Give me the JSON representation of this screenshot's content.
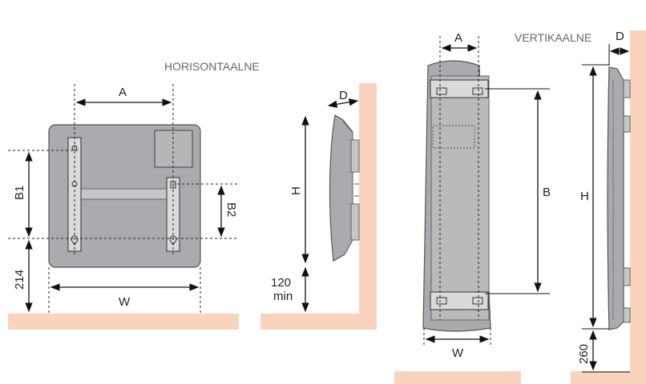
{
  "headings": {
    "horizontal": "HORISONTAALNE",
    "vertical": "VERTIKAALNE"
  },
  "labels": {
    "a_horizontal": "A",
    "b1": "B1",
    "b2": "B2",
    "w_horizontal": "W",
    "floor_214": "214",
    "d_horizontal": "D",
    "h_horizontal": "H",
    "min_120_value": "120",
    "min_120_unit": "min",
    "a_vertical": "A",
    "b_vertical": "B",
    "w_vertical": "W",
    "d_vertical": "D",
    "h_vertical": "H",
    "floor_260": "260"
  },
  "colors": {
    "wall": "#f9d3bd",
    "panel": "#a9abae",
    "line": "#111111"
  }
}
